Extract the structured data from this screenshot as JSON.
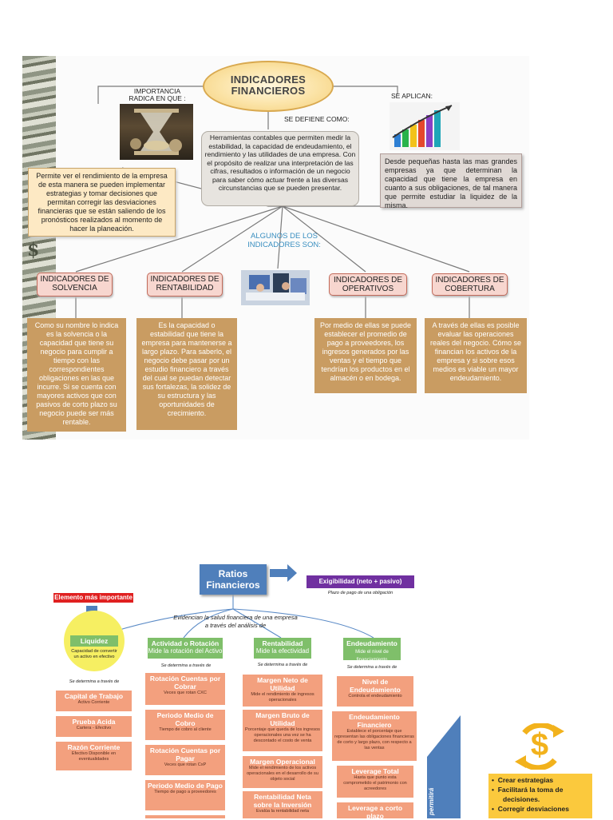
{
  "top": {
    "title": "INDICADORES FINANCIEROS",
    "importancia_label": "IMPORTANCIA RADICA EN QUE :",
    "se_aplican_label": "SE APLICAN:",
    "se_define_label": "SE DEFIENE COMO:",
    "definicion": "Herramientas contables  que permiten medir la estabilidad, la capacidad de endeudamiento, el rendimiento y las utilidades de una empresa. Con el propósito de realizar una interpretación de las cifras, resultados o información de un negocio para saber cómo actuar frente a las diversas circunstancias que se pueden presentar.",
    "importancia_texto": "Permite ver el rendimiento de la empresa de esta manera se pueden implementar estrategias y tomar decisiones que permitan corregir las desviaciones financieras que se están saliendo de los pronósticos realizados al momento de hacer la planeación.",
    "aplican_texto": "Desde pequeñas hasta las mas grandes empresas ya que determinan la capacidad que tiene la empresa en cuanto a sus obligaciones,  de tal manera que permite estudiar la liquidez de la misma.",
    "algunos_label": "ALGUNOS DE LOS INDICADORES SON:",
    "categorias": [
      {
        "label": "INDICADORES DE SOLVENCIA",
        "desc": "Como su nombre lo indica es la solvencia o la capacidad que tiene su negocio para cumplir a tiempo con las correspondientes obligaciones en las que incurre. Si se cuenta con mayores activos que con pasivos de corto plazo su negocio puede ser más rentable."
      },
      {
        "label": "INDICADORES DE RENTABILIDAD",
        "desc": "Es la capacidad o estabilidad que tiene la empresa para mantenerse a largo plazo. Para saberlo, el negocio debe pasar por un estudio financiero a través del cual se puedan detectar sus fortalezas, la solidez de su estructura y las oportunidades de crecimiento."
      },
      {
        "label": "INDICADORES DE OPERATIVOS",
        "desc": "Por medio de ellas se puede establecer el promedio de pago a proveedores, los ingresos generados por las ventas y el tiempo que tendrían los productos en el almacén o en bodega."
      },
      {
        "label": "INDICADORES DE COBERTURA",
        "desc": "A través de ellas es posible evaluar las operaciones reales del negocio. Cómo se financian los activos de la empresa y si sobre esos medios es viable un mayor endeudamiento."
      }
    ],
    "dollar_sign": "$"
  },
  "bottom": {
    "ratios_title": "Ratios Financieros",
    "exigibilidad": "Exigibilidad (neto + pasivo)",
    "exigibilidad_sub": "Plazo de pago de una obligación",
    "elemento_label": "Elemento más importante",
    "evidencian": "Evidencian la salud financiera de una empresa",
    "evidencian2": "a través del análisis de",
    "liquidez": {
      "title": "Liquidez",
      "sub": "Capacidad de convertir un activo en efectivo"
    },
    "actividad": {
      "title": "Actividad o Rotación",
      "sub": "Mide la rotación del Activo"
    },
    "rentabilidad": {
      "title": "Rentabilidad",
      "sub": "Mide la efectividad"
    },
    "endeudamiento": {
      "title": "Endeudamiento",
      "sub": "Mide el nivel de financiamiento"
    },
    "se_determina": "Se determina a través de",
    "liquidez_items": [
      {
        "t": "Capital de Trabajo",
        "s": "Activo Corriente"
      },
      {
        "t": "Prueba Acida",
        "s": "Cartera - Efectivo"
      },
      {
        "t": "Razón Corriente",
        "s": "Efectivo Disponible en eventualidades"
      }
    ],
    "actividad_items": [
      {
        "t": "Rotación Cuentas por Cobrar",
        "s": "Veces que rotan  CXC"
      },
      {
        "t": "Periodo Medio de Cobro",
        "s": "Tiempo de cobro al cliente"
      },
      {
        "t": "Rotación Cuentas por Pagar",
        "s": "Veces que rotan CxP"
      },
      {
        "t": "Periodo Medio de Pago",
        "s": "Tiempo de pago a proveedores"
      }
    ],
    "rentabilidad_items": [
      {
        "t": "Margen Neto de Utilidad",
        "s": "Mide el  rendimiento de ingresos operacionales"
      },
      {
        "t": "Margen Bruto de Utilidad",
        "s": "Porcentaje que queda de los ingresos operacionales una vez se ha descontado el costo de venta"
      },
      {
        "t": "Margen Operacional",
        "s": "Mide el rendimiento de los activos operacionales en el desarrollo de su objeto social"
      },
      {
        "t": "Rentabilidad Neta sobre la Inversión",
        "s": "Evalúa la rentabilidad neta"
      }
    ],
    "endeudamiento_items": [
      {
        "t": "Nivel de Endeudamiento",
        "s": "Controla el endeudamiento"
      },
      {
        "t": "Endeudamiento Financiero",
        "s": "Establece el porcentaje que representan las obligaciones financieras de corto y largo plazo, con respecto a las ventas"
      },
      {
        "t": "Leverage Total",
        "s": "Hasta que punto esta comprometido el patrimonio con acreedores"
      },
      {
        "t": "Leverage a corto plazo",
        "s": ""
      }
    ],
    "resultado_text": "El resultado de este análisis permitirá",
    "bullets": [
      "Crear estrategias",
      "Facilitará la toma de",
      "decisiones.",
      "Corregir desviaciones"
    ],
    "dollar_sign": "$"
  },
  "colors": {
    "oval": "#fbe3a6",
    "desc": "#c99c62",
    "cat": "#f7d6cf",
    "blue": "#4f7fbb",
    "purple": "#7030a0",
    "green": "#7fbf6a",
    "salmon": "#f3a07e",
    "yellow": "#fbc93d"
  }
}
